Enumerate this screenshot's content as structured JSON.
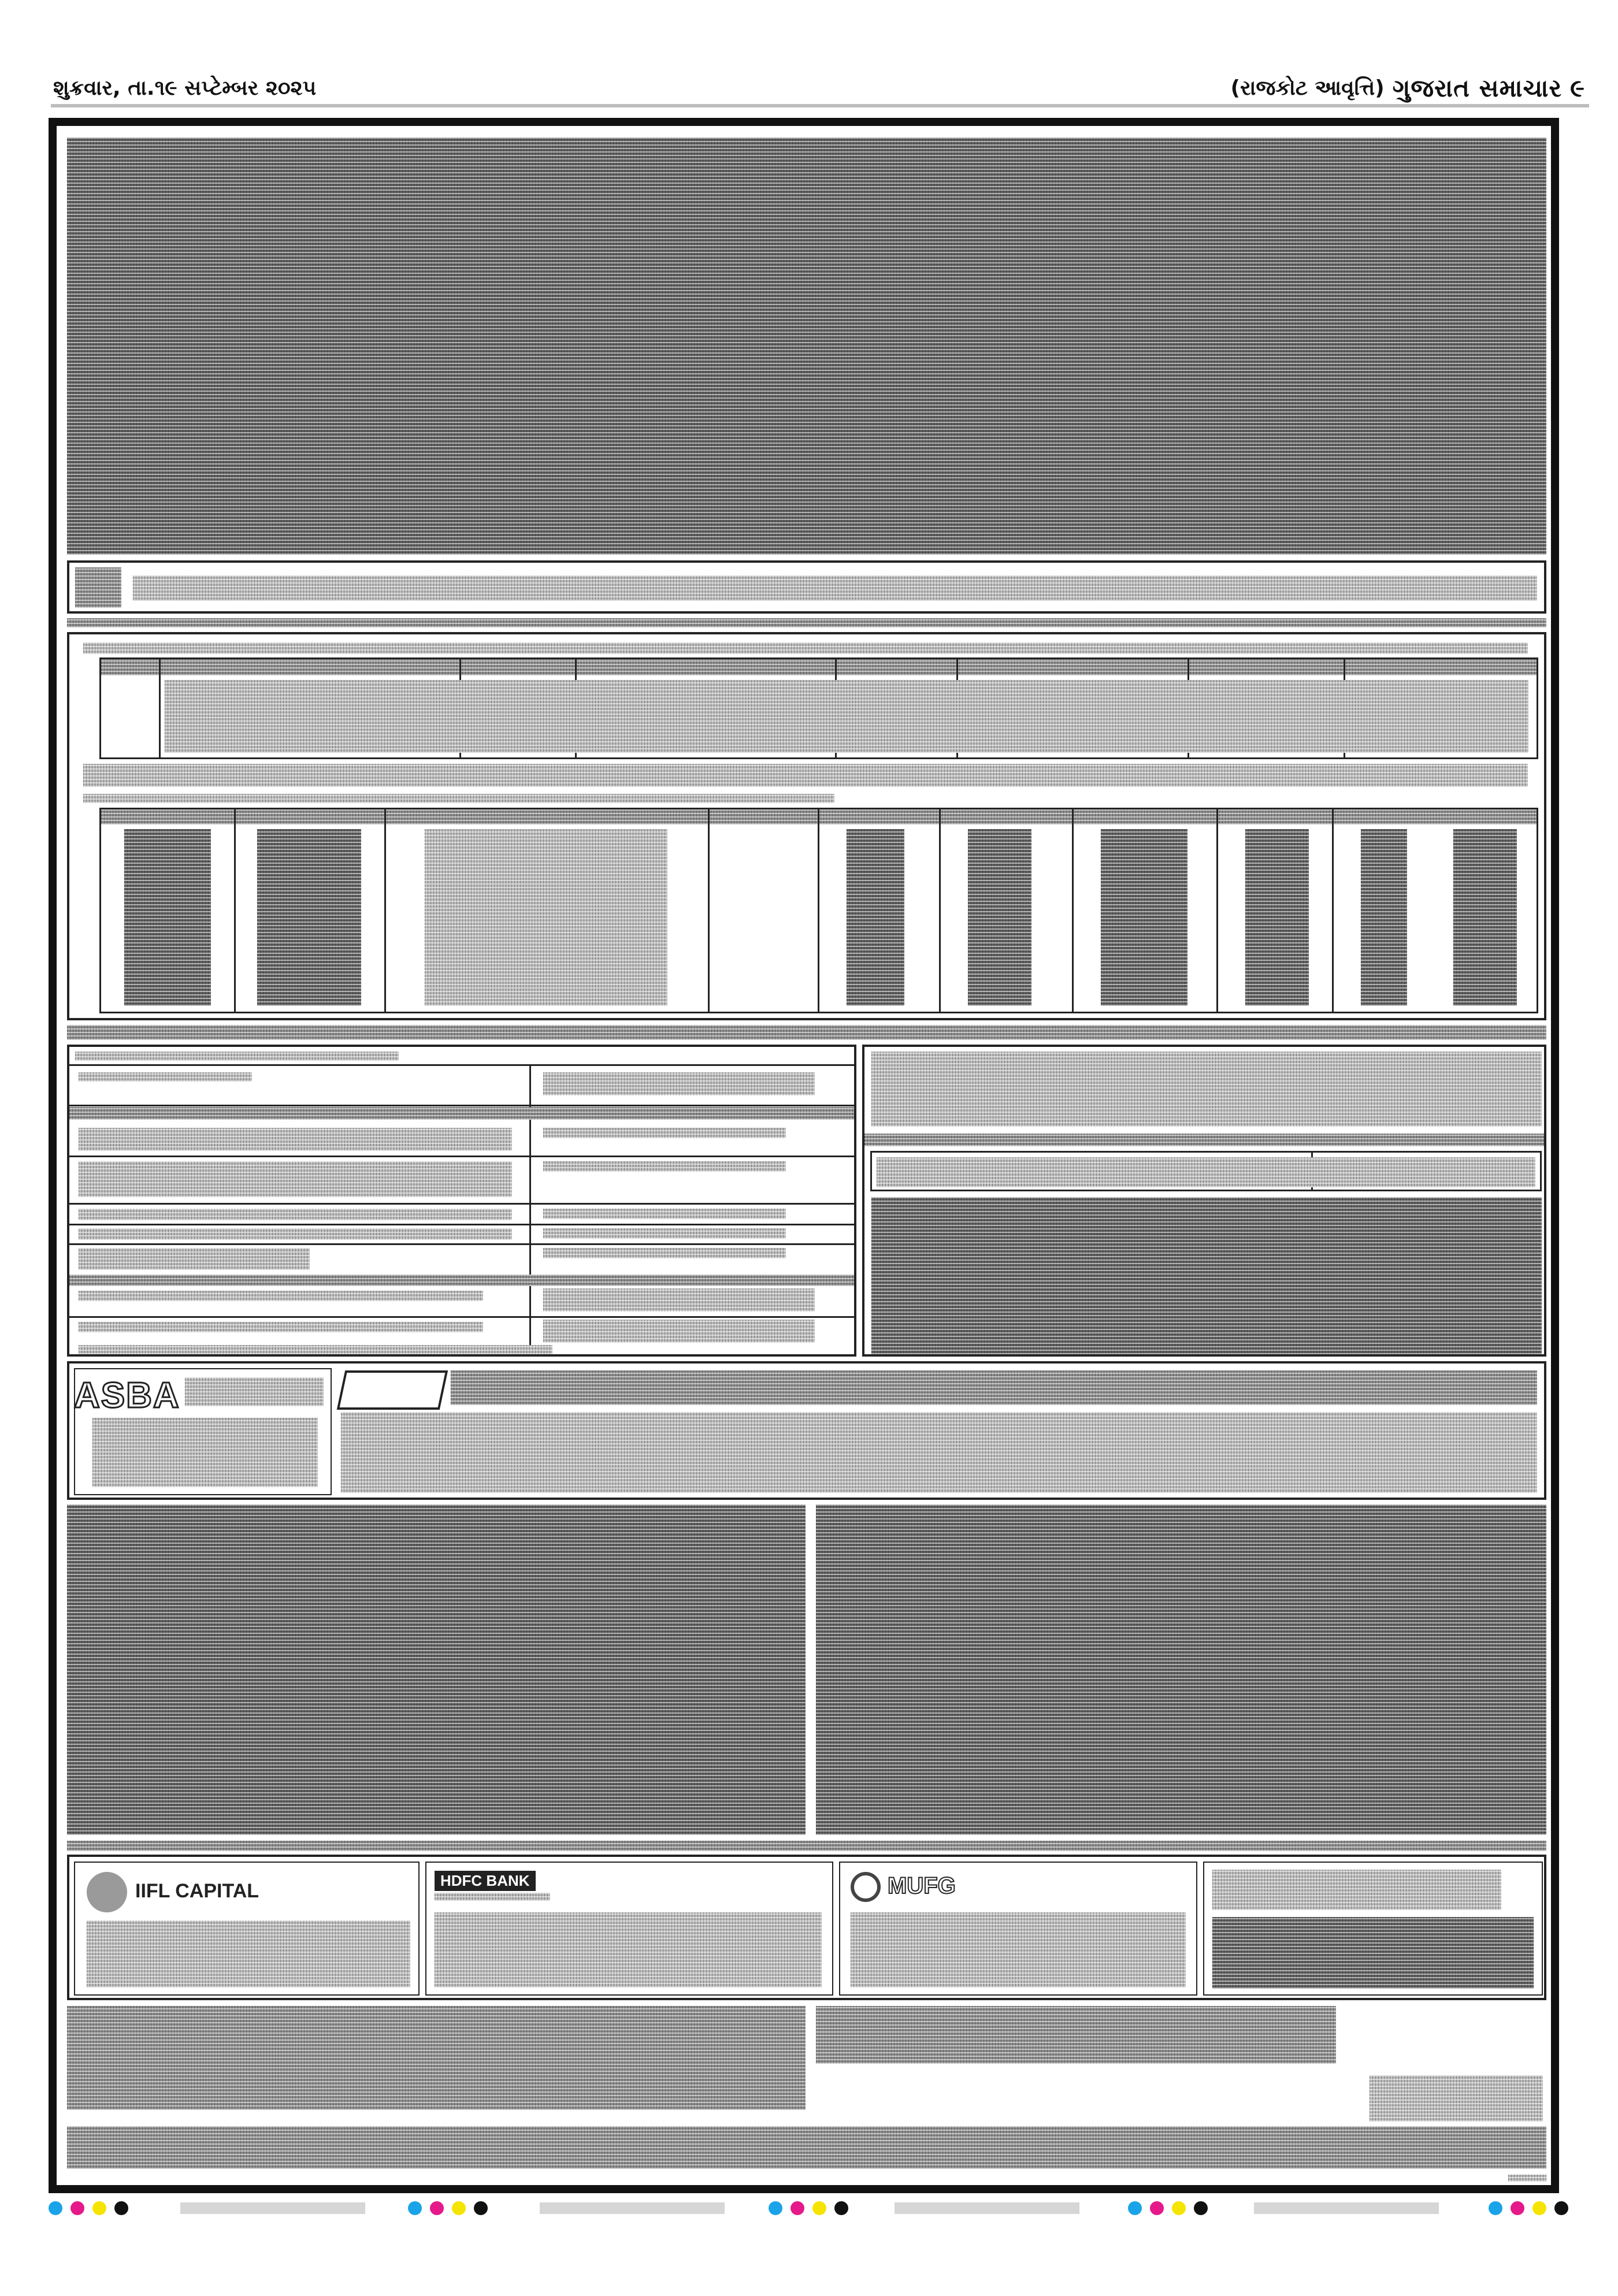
{
  "header": {
    "date_line": "શુક્રવાર, તા.૧૯ સપ્ટેમ્બર ૨૦૨૫",
    "edition": "(રાજકોટ આવૃત્તિ)",
    "newspaper_name": "ગુજરાત સમાચાર",
    "page_number": "૯"
  },
  "panels": {
    "asba_logo": "ASBA",
    "logo_bank_1": "IIFL CAPITAL",
    "logo_bank_2": "HDFC BANK",
    "logo_bank_3": "MUFG"
  },
  "colors": {
    "registration_marks": [
      "#1aa3e8",
      "#e5198a",
      "#f5e400",
      "#111111"
    ]
  }
}
